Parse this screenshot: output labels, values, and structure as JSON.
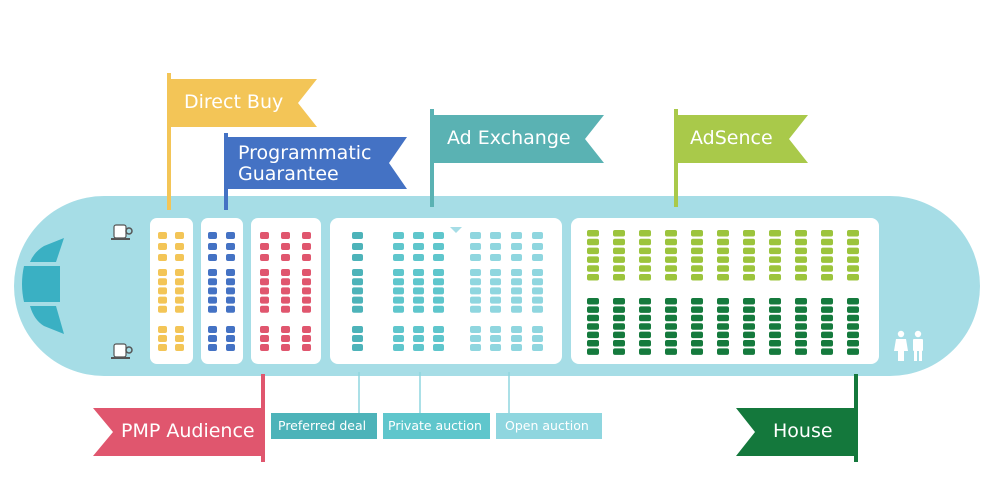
{
  "colors": {
    "plane": "#a6dde6",
    "cabin": "#ffffff",
    "direct_buy": "#f3c557",
    "programmatic_guarantee": "#4472c4",
    "pmp_audience": "#e0566e",
    "ad_exchange": "#5ab2b3",
    "adsence": "#a9c94a",
    "house": "#14783c",
    "preferred_deal": "#4db3b9",
    "private_auction": "#5fc6cc",
    "open_auction": "#8fd6df",
    "adsence_seats": "#9cc43c",
    "house_seats": "#157a3d",
    "window": "#3ab0c3"
  },
  "flags": {
    "direct_buy": "Direct Buy",
    "programmatic_guarantee_line1": "Programmatic",
    "programmatic_guarantee_line2": "Guarantee",
    "ad_exchange": "Ad Exchange",
    "adsence": "AdSence",
    "pmp_audience": "PMP Audience",
    "house": "House"
  },
  "sub_labels": {
    "preferred_deal": "Preferred deal",
    "private_auction": "Private auction",
    "open_auction": "Open auction"
  },
  "icons": [
    "coffee-cup-icon",
    "restroom-icon"
  ]
}
